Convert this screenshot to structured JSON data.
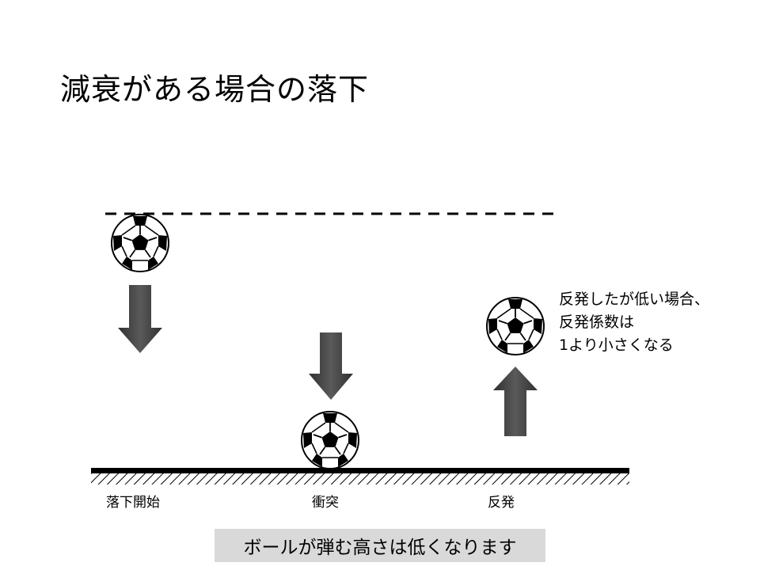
{
  "title": "減衰がある場合の落下",
  "stages": [
    {
      "label": "落下開始"
    },
    {
      "label": "衝突"
    },
    {
      "label": "反発"
    }
  ],
  "note": {
    "lines": [
      "反発したが低い場合、",
      "反発係数は",
      "1より小さくなる"
    ]
  },
  "caption": "ボールが弾む高さは低くなります",
  "colors": {
    "arrow": "#404040",
    "caption_bg": "#d9d9d9",
    "ground": "#000000"
  }
}
